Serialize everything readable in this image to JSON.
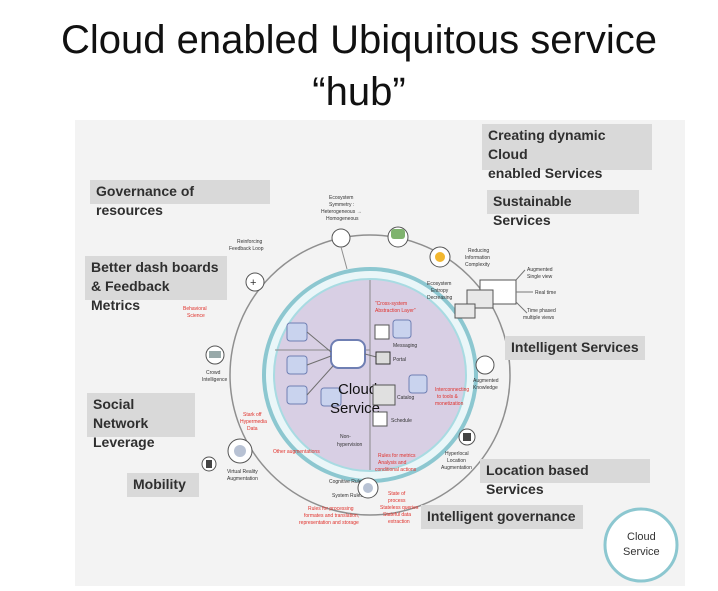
{
  "title": {
    "line1": "Cloud enabled Ubiquitous service",
    "line2": "“hub”"
  },
  "callouts": {
    "creating_dynamic_line1": "Creating dynamic Cloud",
    "creating_dynamic_line2": "enabled Services",
    "sustainable": "Sustainable Services",
    "governance": "Governance of resources",
    "dashboards_line1": "Better dash boards",
    "dashboards_line2": "& Feedback Metrics",
    "intelligent_services": "Intelligent Services",
    "social_line1": "Social Network",
    "social_line2": "Leverage",
    "location": "Location based Services",
    "mobility": "Mobility",
    "intelligent_governance": "Intelligent governance"
  },
  "hub": {
    "center_line1": "Cloud",
    "center_line2": "Service",
    "messaging": "Messaging",
    "portal": "Portal",
    "catalog": "Catalog",
    "schedule": "Schedule",
    "non_hyperv_line1": "Non-",
    "non_hyperv_line2": "hypervision",
    "red_top_line1": "“Cross-system",
    "red_top_line2": "Abstraction Layer”"
  },
  "nodes": {
    "ecosystem_sym_1": "Ecosystem",
    "ecosystem_sym_2": "Symmetry :",
    "ecosystem_sym_3": "Heterogeneous →",
    "ecosystem_sym_4": "Homogeneous",
    "reinforcing_1": "Reinforcing",
    "reinforcing_2": "Feedback Loop",
    "entropy_1": "Ecosystem",
    "entropy_2": "Entropy",
    "entropy_3": "Decreasing",
    "reducing_1": "Reducing",
    "reducing_2": "Information",
    "reducing_3": "Complexity",
    "augmented_view_1": "Augmented",
    "augmented_view_2": "Single view",
    "real_time": "Real time",
    "time_phased_1": "Time phased",
    "time_phased_2": "multiple views",
    "crowd_1": "Crowd",
    "crowd_2": "Intelligence",
    "behavioral_1": "Behavioral",
    "behavioral_2": "Science",
    "augmented_knowledge_1": "Augmented",
    "augmented_knowledge_2": "Knowledge",
    "interconnecting_1": "Interconnecting",
    "interconnecting_2": "to tools &",
    "interconnecting_3": "monetization",
    "stark_1": "Stark off",
    "stark_2": "Hypermedia",
    "stark_3": "Data",
    "other_aug": "Other augmentations",
    "vr_1": "Virtual Reality",
    "vr_2": "Augmentation",
    "hyperlocal_1": "Hyperlocal",
    "hyperlocal_2": "Location",
    "hyperlocal_3": "Augmentation",
    "cognitive": "Cognitive Rules",
    "system_rules": "System Rules",
    "rules_metrics_1": "Rules for metrics",
    "rules_metrics_2": "Analysis and",
    "rules_metrics_3": "conditional actions",
    "rules_processing_1": "Rules for processing",
    "rules_processing_2": "formates and translation,",
    "rules_processing_3": "representation and storage",
    "state_1": "State of",
    "state_2": "process",
    "state_3": "Stateless queries",
    "state_4": "Stateful data",
    "state_5": "extraction"
  },
  "badge": {
    "line1": "Cloud",
    "line2": "Service"
  },
  "colors": {
    "callout_bg": "#d9d9d9",
    "ring": "#8cc7d0",
    "hub_fill": "#d8cfe4",
    "red_text": "#e0302a",
    "node_border": "#555555"
  }
}
